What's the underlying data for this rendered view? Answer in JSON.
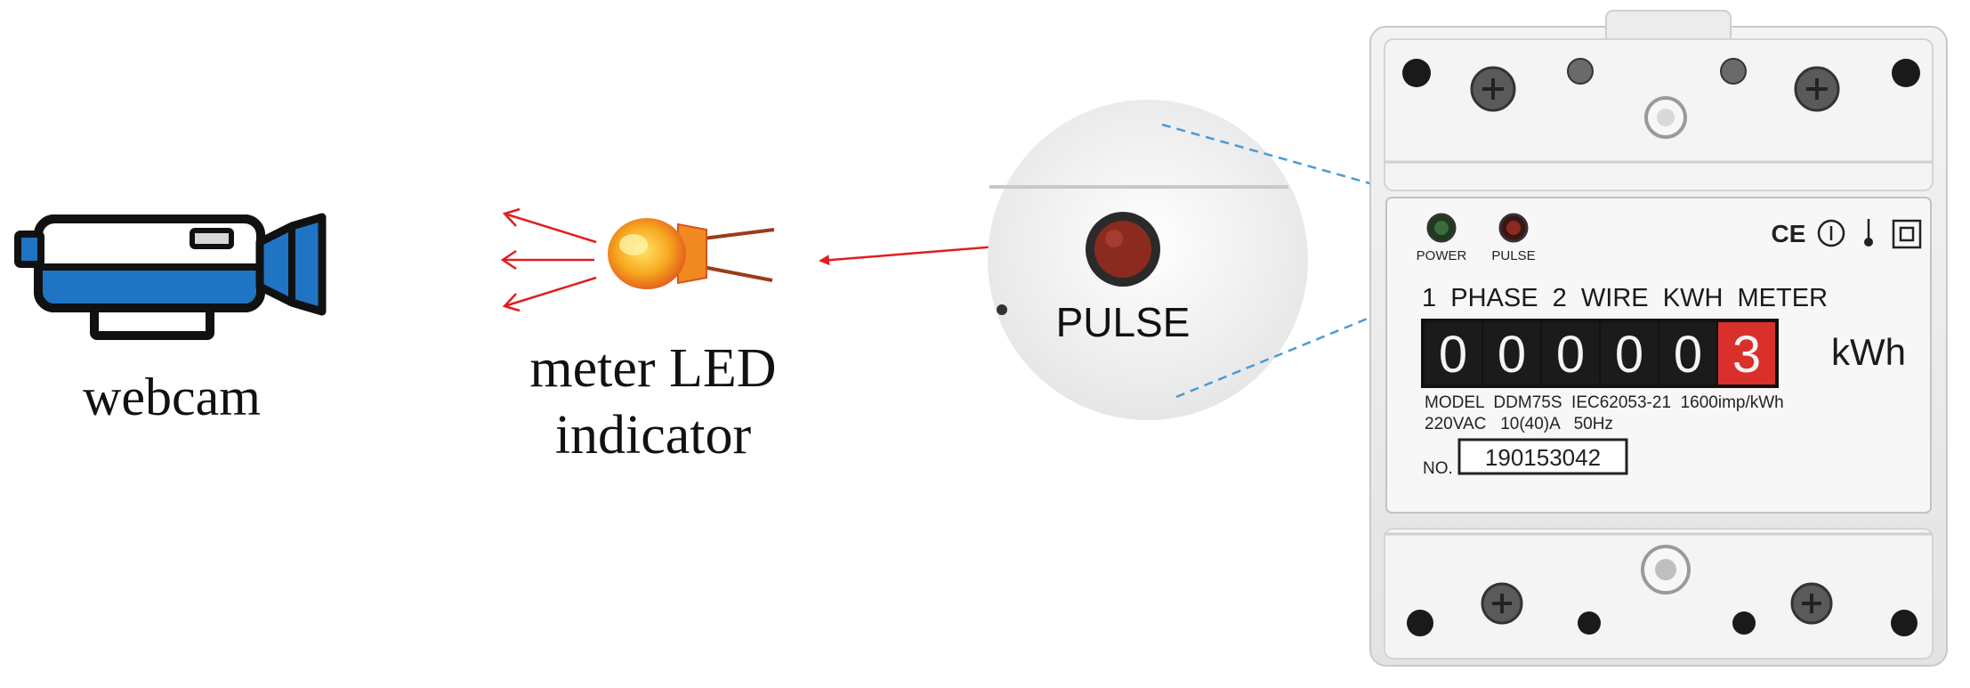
{
  "labels": {
    "webcam": "webcam",
    "led_line1": "meter LED",
    "led_line2": "indicator",
    "zoom_pulse": "PULSE"
  },
  "meter": {
    "power_label": "POWER",
    "pulse_label": "PULSE",
    "title": "1  PHASE  2  WIRE  KWH  METER",
    "digits": [
      "0",
      "0",
      "0",
      "0",
      "0",
      "3"
    ],
    "unit": "kWh",
    "spec_line1": "MODEL  DDM75S  IEC62053-21  1600imp/kWh",
    "spec_line2": "220VAC   10(40)A   50Hz",
    "serial_prefix": "NO.",
    "serial_number": "190153042",
    "cert_marks": "CE"
  },
  "colors": {
    "webcam_blue": "#1f74c4",
    "outline": "#111111",
    "arrow_red": "#e11d1d",
    "zoom_line_blue": "#4a9bd6",
    "led_orange": "#f39a1e",
    "digit_red": "#d9302b"
  }
}
